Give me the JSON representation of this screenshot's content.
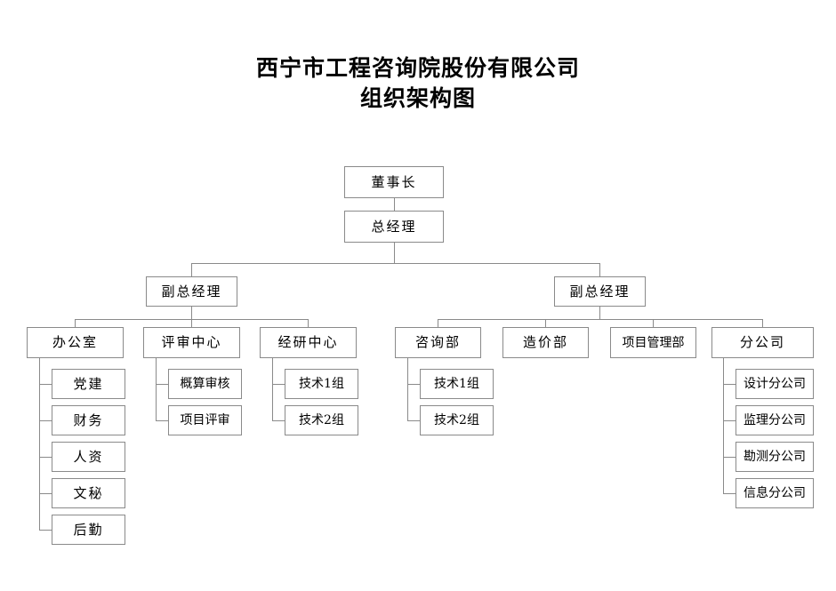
{
  "document": {
    "title_line1": "西宁市工程咨询院股份有限公司",
    "title_line2": "组织架构图",
    "background_color": "#ffffff",
    "line_color": "#8a8a8a",
    "text_color": "#000000"
  },
  "chart_data": {
    "type": "diagram",
    "diagram_kind": "organization-chart",
    "title": "西宁市工程咨询院股份有限公司 组织架构图",
    "levels": [
      "chairman",
      "general-manager",
      "deputy-general-managers",
      "departments",
      "sub-units"
    ],
    "nodes": {
      "chairman": {
        "label": "董事长"
      },
      "general_manager": {
        "label": "总经理"
      },
      "deputy_left": {
        "label": "副总经理"
      },
      "deputy_right": {
        "label": "副总经理"
      }
    },
    "left_branch": {
      "parent": "副总经理",
      "departments": [
        {
          "label": "办公室",
          "children": [
            {
              "label": "党建"
            },
            {
              "label": "财务"
            },
            {
              "label": "人资"
            },
            {
              "label": "文秘"
            },
            {
              "label": "后勤"
            }
          ]
        },
        {
          "label": "评审中心",
          "children": [
            {
              "label": "概算审核"
            },
            {
              "label": "项目评审"
            }
          ]
        },
        {
          "label": "经研中心",
          "children": [
            {
              "label": "技术1组"
            },
            {
              "label": "技术2组"
            }
          ]
        }
      ]
    },
    "right_branch": {
      "parent": "副总经理",
      "departments": [
        {
          "label": "咨询部",
          "children": [
            {
              "label": "技术1组"
            },
            {
              "label": "技术2组"
            }
          ]
        },
        {
          "label": "造价部",
          "children": []
        },
        {
          "label": "项目管理部",
          "children": []
        },
        {
          "label": "分公司",
          "children": [
            {
              "label": "设计分公司"
            },
            {
              "label": "监理分公司"
            },
            {
              "label": "勘测分公司"
            },
            {
              "label": "信息分公司"
            }
          ]
        }
      ]
    }
  }
}
